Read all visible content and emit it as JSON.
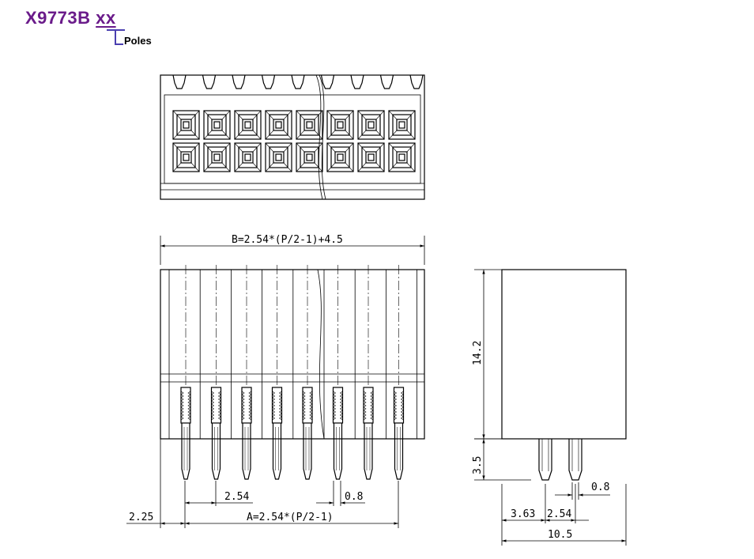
{
  "title": {
    "part_number": "X9773B",
    "suffix": "xx",
    "suffix_label": "Poles"
  },
  "dimensions": {
    "overall_width": "B=2.54*(P/2-1)+4.5",
    "pin_span": "A=2.54*(P/2-1)",
    "pitch": "2.54",
    "pin_width": "0.8",
    "edge_offset": "2.25",
    "body_height": "14.2",
    "pin_length": "3.5",
    "side_offset": "3.63",
    "side_pitch": "2.54",
    "side_pin_width": "0.8",
    "depth": "10.5"
  },
  "colors": {
    "title": "#6a1b8a",
    "bracket": "#4a3fb0",
    "lines": "#000000"
  }
}
